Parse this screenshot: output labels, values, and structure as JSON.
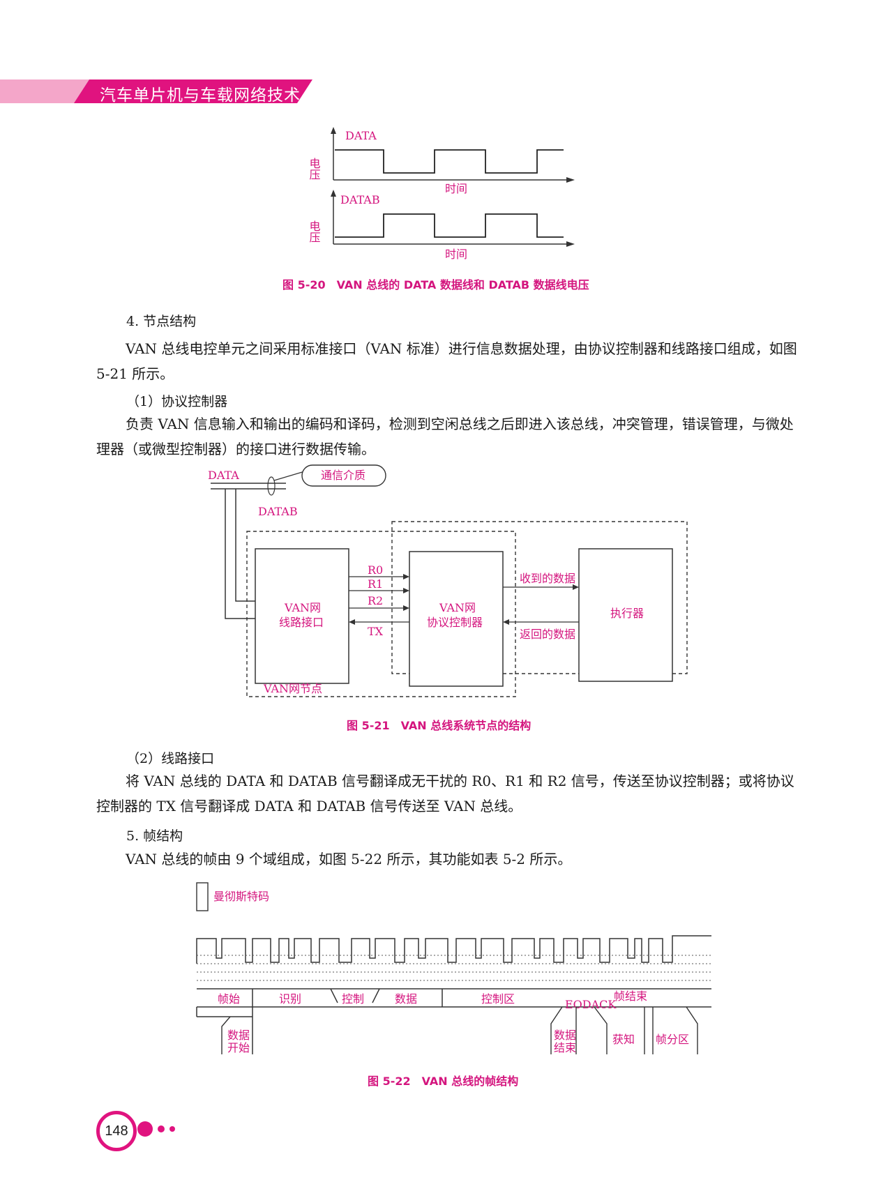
{
  "header": {
    "title": "汽车单片机与车载网络技术"
  },
  "fig20": {
    "data_label": "DATA",
    "datab_label": "DATAB",
    "y_label": "电压",
    "x_label": "时间",
    "caption": "图 5-20　VAN 总线的 DATA 数据线和 DATAB 数据线电压"
  },
  "sec4": {
    "heading": "4. 节点结构",
    "para1": "VAN 总线电控单元之间采用标准接口（VAN 标准）进行信息数据处理，由协议控制器和线路接口组成，如图 5-21 所示。",
    "sub1": "（1）协议控制器",
    "para2": "负责 VAN 信息输入和输出的编码和译码，检测到空闲总线之后即进入该总线，冲突管理，错误管理，与微处理器（或微型控制器）的接口进行数据传输。"
  },
  "fig21": {
    "data": "DATA",
    "datab": "DATAB",
    "medium": "通信介质",
    "line_if_1": "VAN网",
    "line_if_2": "线路接口",
    "ctrl_1": "VAN网",
    "ctrl_2": "协议控制器",
    "actuator": "执行器",
    "r0": "R0",
    "r1": "R1",
    "r2": "R2",
    "tx": "TX",
    "received": "收到的数据",
    "returned": "返回的数据",
    "node": "VAN网节点",
    "caption": "图 5-21　VAN 总线系统节点的结构"
  },
  "sec4b": {
    "sub2": "（2）线路接口",
    "para3": "将 VAN 总线的 DATA 和 DATAB 信号翻译成无干扰的 R0、R1 和 R2 信号，传送至协议控制器；或将协议控制器的 TX 信号翻译成 DATA 和 DATAB 信号传送至 VAN 总线。"
  },
  "sec5": {
    "heading": "5. 帧结构",
    "para4": "VAN 总线的帧由 9 个域组成，如图 5-22 所示，其功能如表 5-2 所示。"
  },
  "fig22": {
    "legend": "曼彻斯特码",
    "frame_start": "帧始",
    "ident": "识别",
    "control": "控制",
    "data": "数据",
    "ctrl_zone": "控制区",
    "eodack": "EODACK",
    "frame_end": "帧结束",
    "data_start_1": "数据",
    "data_start_2": "开始",
    "data_end_1": "数据",
    "data_end_2": "结束",
    "ack": "获知",
    "frame_sep": "帧分区",
    "caption": "图 5-22　VAN 总线的帧结构"
  },
  "footer": {
    "page": "148"
  }
}
